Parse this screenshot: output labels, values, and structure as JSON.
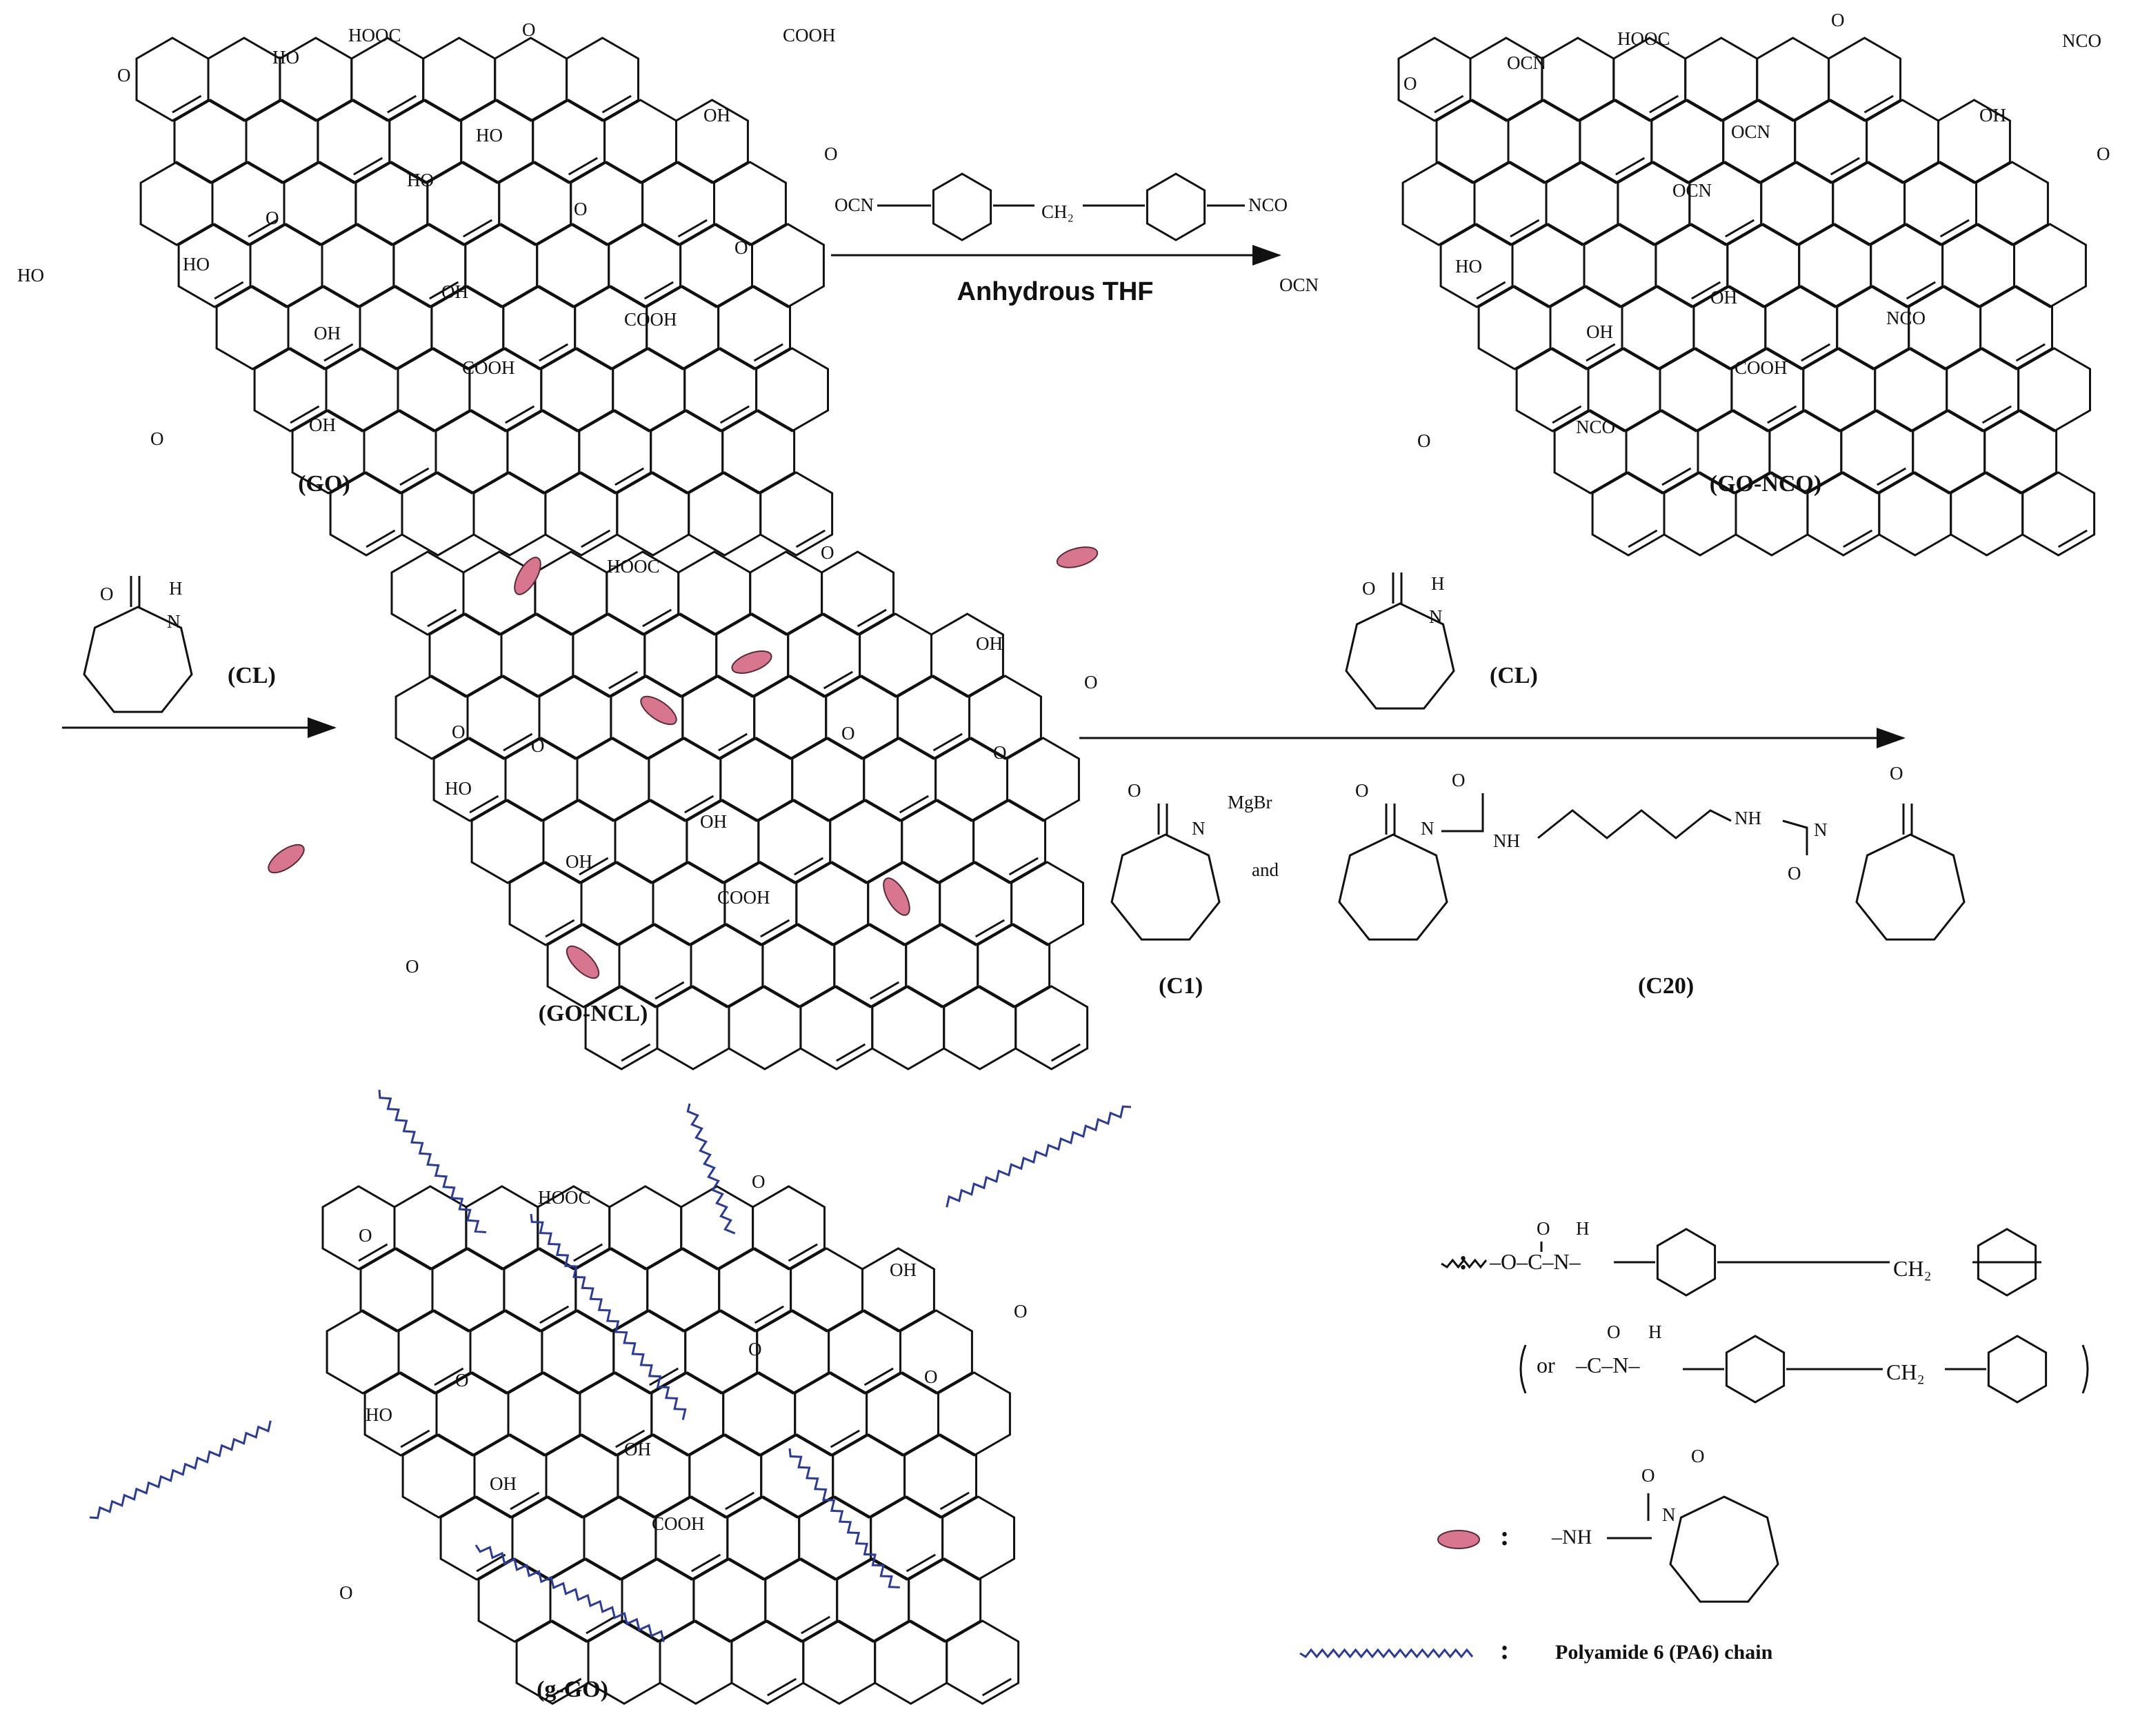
{
  "colors": {
    "ink": "#111111",
    "background": "#ffffff",
    "lactam_ellipse": "#d9768f",
    "lactam_ellipse_edge": "#5a2a36",
    "pa6_chain": "#2a3a9a",
    "linker_chain": "#111111"
  },
  "labels": {
    "go": "(GO)",
    "go_nco": "(GO-NCO)",
    "go_ncl": "(GO-NCL)",
    "g_go": "(g-GO)",
    "cl_1": "(CL)",
    "cl_2": "(CL)",
    "c1": "(C1)",
    "c20": "(C20)"
  },
  "reaction1": {
    "reagent_left": "OCN",
    "reagent_middle": "CH₂",
    "reagent_right": "NCO",
    "condition": "Anhydrous THF"
  },
  "reaction3": {
    "c1_substituent": "MgBr",
    "joiner": "and",
    "c20_nh_left": "NH",
    "c20_nh_right": "NH"
  },
  "groups": {
    "cooh": "COOH",
    "hooc": "HOOC",
    "oh": "OH",
    "ho": "HO",
    "o": "O",
    "h": "H",
    "n": "N",
    "nco": "NCO",
    "ocn": "OCN"
  },
  "legend": {
    "linker_urethane": "–O–C–N–",
    "linker_alt_prefix": "or",
    "linker_amide": "–C–N–",
    "linker_ch2": "CH₂",
    "lactam_nh": "–NH",
    "pa6_label": "Polyamide 6 (PA6) chain",
    "separator": ":"
  }
}
